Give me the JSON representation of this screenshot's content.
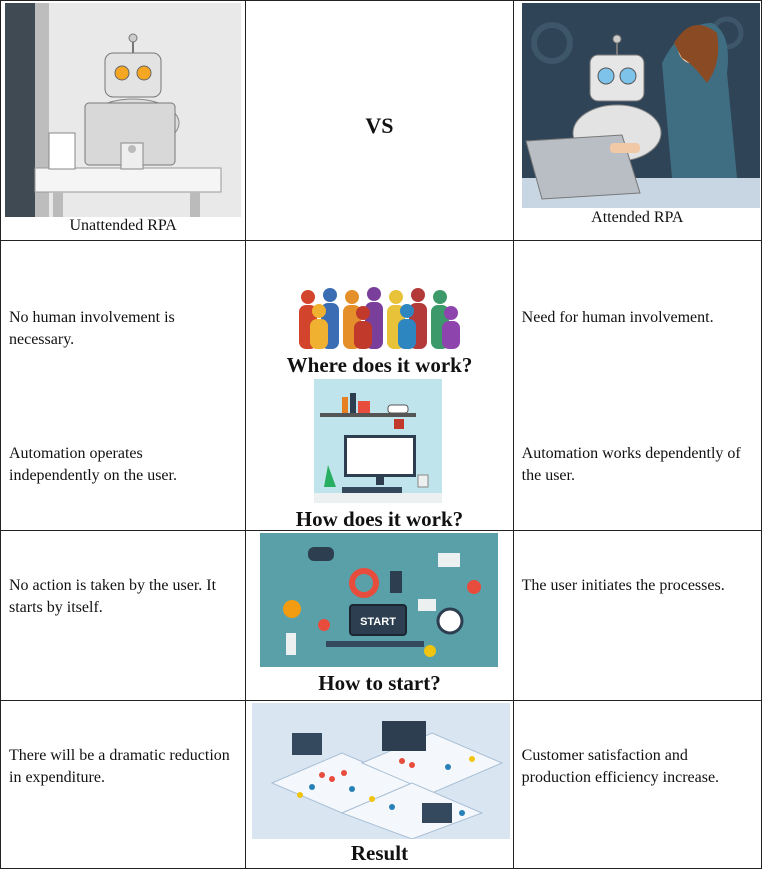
{
  "header": {
    "left_caption": "Unattended RPA",
    "middle": "VS",
    "right_caption": "Attended RPA"
  },
  "rows": [
    {
      "heading": "Where does it work?",
      "left": "No human involvement is necessary.",
      "right": "Need for human involvement."
    },
    {
      "heading": "How does it work?",
      "left": "Automation operates independently on the user.",
      "right": "Automation works dependently of the user."
    },
    {
      "heading": "How to start?",
      "left": "No action is taken by the user. It starts by itself.",
      "right": "The user initiates the processes.",
      "start_label": "START"
    },
    {
      "heading": "Result",
      "left": "There will be a dramatic reduction in expenditure.",
      "right": "Customer satisfaction and production efficiency increase."
    }
  ],
  "colors": {
    "robot_bg_dark": "#3f4a52",
    "attended_bg": "#2f4456",
    "start_bg": "#5aa0a8",
    "result_bg": "#d9e6f2"
  }
}
